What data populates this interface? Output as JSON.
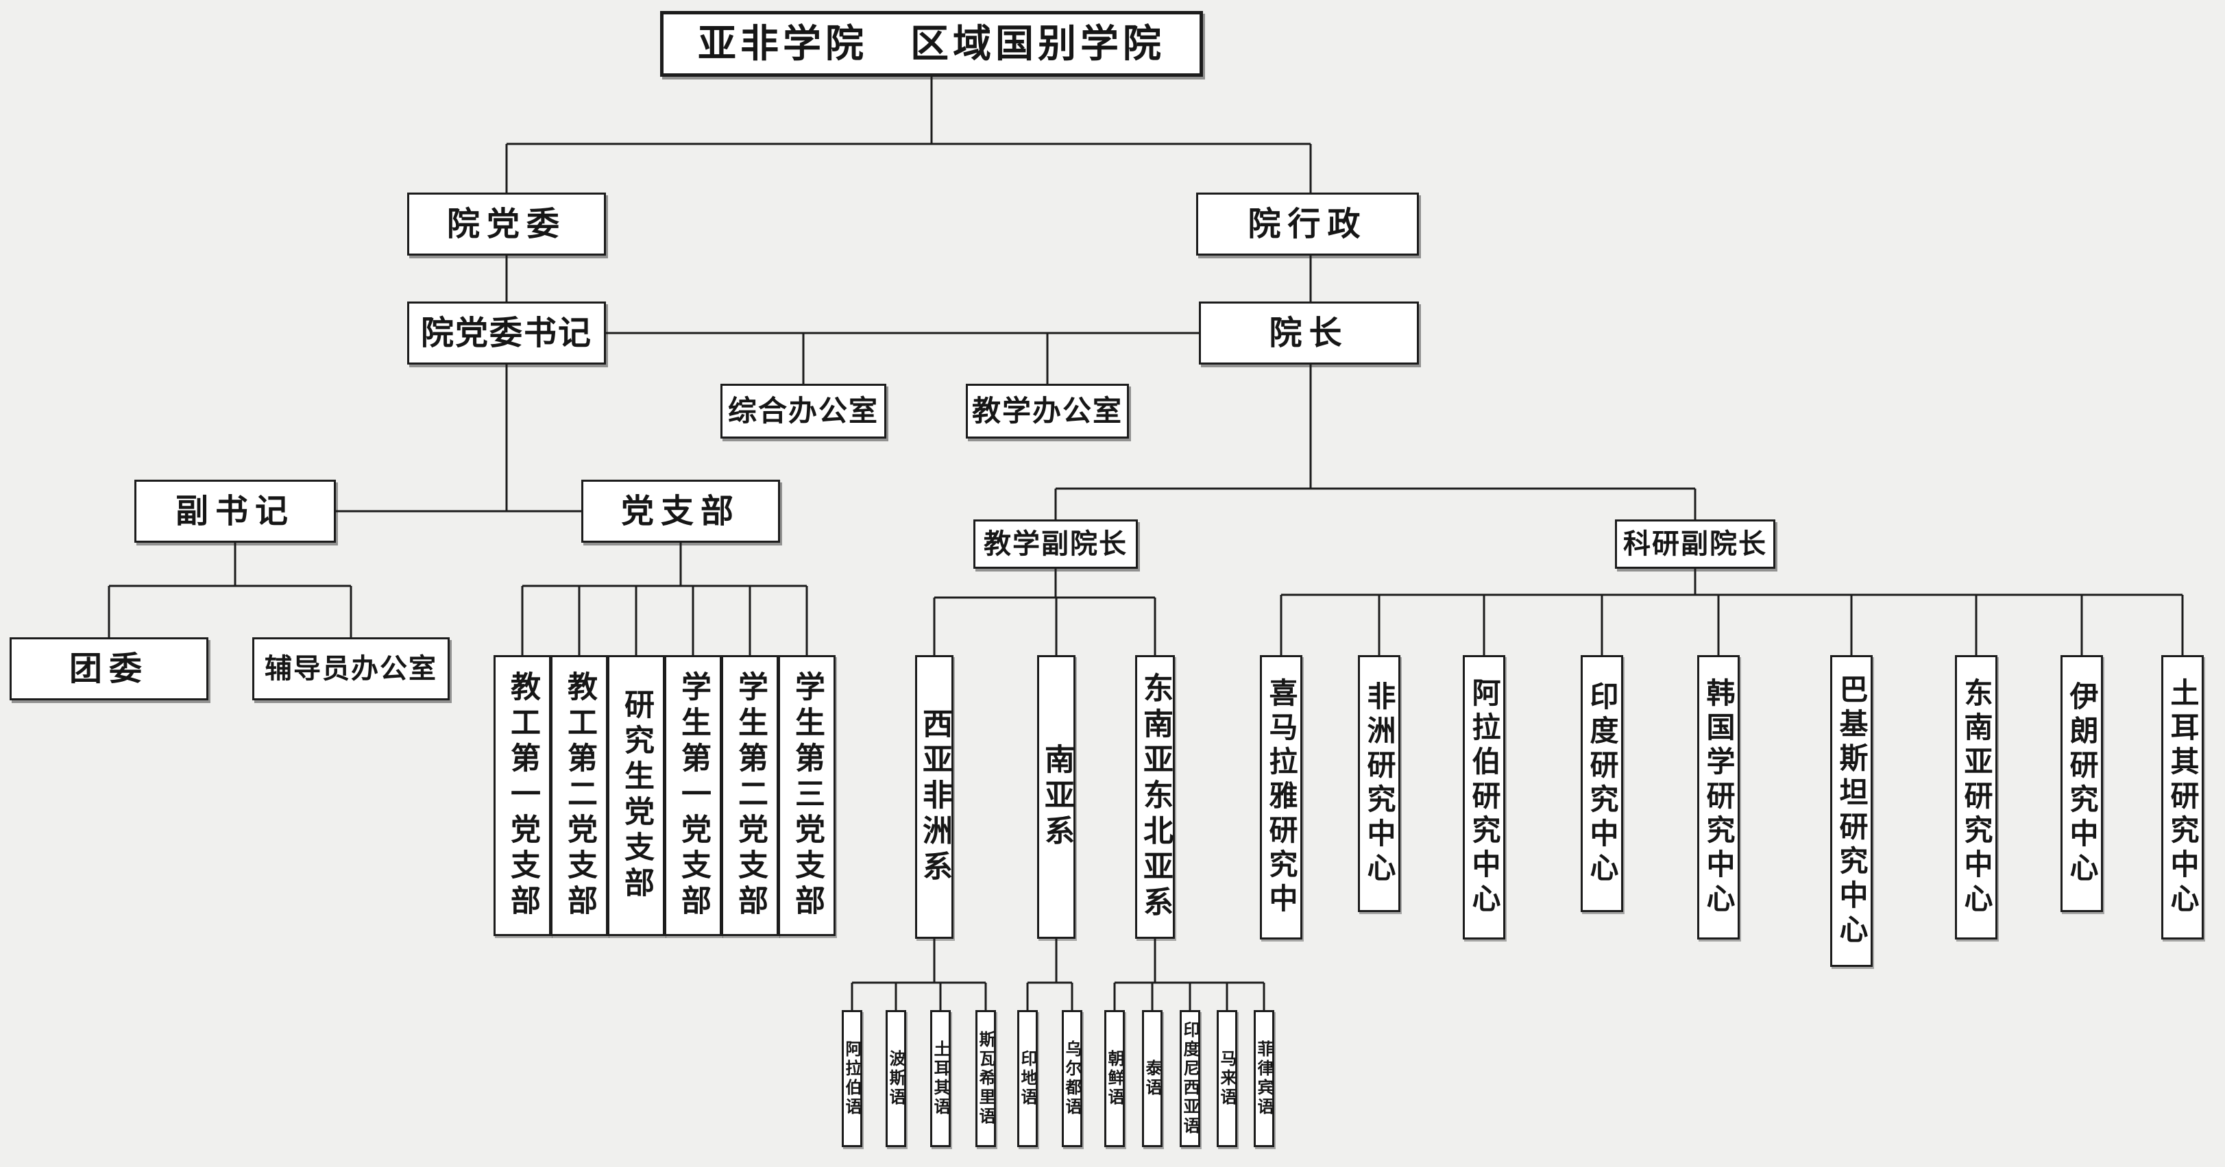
{
  "org": {
    "title": "亚非学院　区域国别学院",
    "party": {
      "committee": "院党委",
      "secretary": "院党委书记",
      "deputy_secretary": "副书记",
      "youth_league": "团委",
      "counselor_office": "辅导员办公室",
      "branch_group": "党支部",
      "branches": [
        "教工第一党支部",
        "教工第二党支部",
        "研究生党支部",
        "学生第一党支部",
        "学生第二党支部",
        "学生第三党支部"
      ]
    },
    "admin": {
      "administration": "院行政",
      "dean": "院长",
      "general_office": "综合办公室",
      "teaching_office": "教学办公室",
      "vice_dean_teaching": "教学副院长",
      "vice_dean_research": "科研副院长",
      "departments": [
        {
          "name": "西亚非洲系",
          "languages": [
            "阿拉伯语",
            "波斯语",
            "土耳其语",
            "斯瓦希里语"
          ]
        },
        {
          "name": "南亚系",
          "languages": [
            "印地语",
            "乌尔都语"
          ]
        },
        {
          "name": "东南亚东北亚系",
          "languages": [
            "朝鲜语",
            "泰语",
            "印度尼西亚语",
            "马来语",
            "菲律宾语"
          ]
        }
      ],
      "research_centers": [
        "喜马拉雅研究中",
        "非洲研究中心",
        "阿拉伯研究中心",
        "印度研究中心",
        "韩国学研究中心",
        "巴基斯坦研究中心",
        "东南亚研究中心",
        "伊朗研究中心",
        "土耳其研究中心"
      ]
    },
    "colors": {
      "background": "#f0f0ee",
      "box_fill": "#ffffff",
      "line": "#1c1c1c"
    }
  }
}
